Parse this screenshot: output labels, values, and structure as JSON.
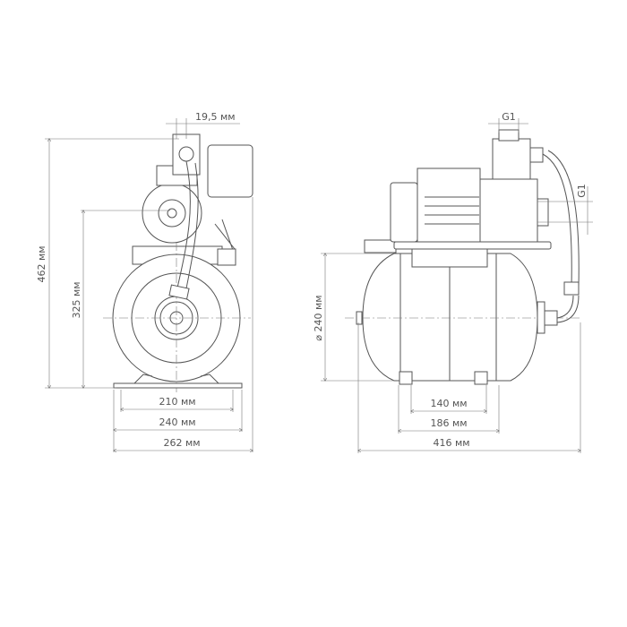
{
  "front_view": {
    "dim_total_height": "462 мм",
    "dim_axis_height": "325 мм",
    "dim_outlet": "19,5 мм",
    "dim_base_inner": "210 мм",
    "dim_base_mid": "240 мм",
    "dim_base_width": "262 мм"
  },
  "side_view": {
    "dim_outlet_top": "G1",
    "dim_inlet_side": "G1",
    "dim_tank_diameter": "⌀ 240 мм",
    "dim_feet_inner": "140 мм",
    "dim_feet_outer": "186 мм",
    "dim_total_length": "416 мм"
  },
  "colors": {
    "line": "#555555"
  }
}
